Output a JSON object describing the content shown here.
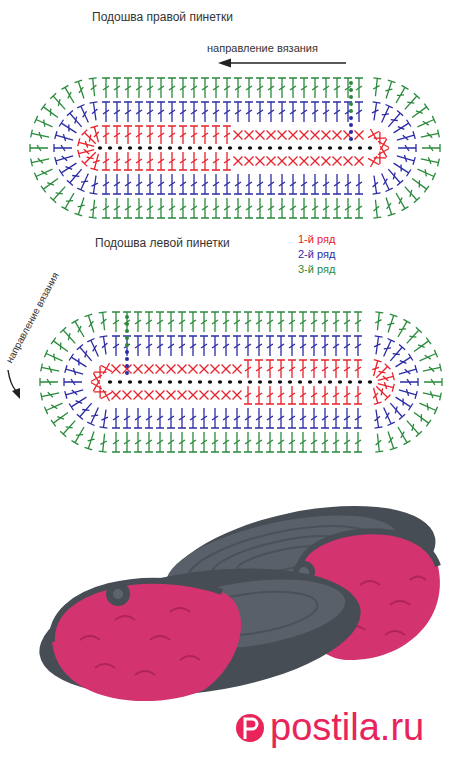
{
  "diagram": {
    "labels": [
      "Подошва правой пинетки",
      "направление вязания",
      "Подошва левой пинетки",
      "направление вязания",
      "postila.ru"
    ],
    "legend": [
      {
        "text": "1-й ряд",
        "color": "#e8202a"
      },
      {
        "text": "2-й ряд",
        "color": "#2b2ba6"
      },
      {
        "text": "3-й ряд",
        "color": "#2a8a3c"
      }
    ]
  }
}
